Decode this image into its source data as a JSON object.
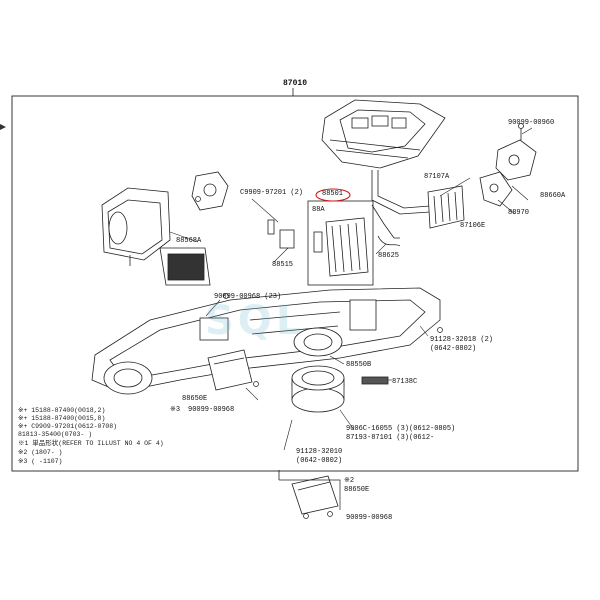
{
  "labels": {
    "assembly": "87010",
    "bolt_top_right": "90099-00960",
    "actuator_right": "88660A",
    "bracket_right": "88970",
    "heater_core": "87107A",
    "hose_heater": "87106E",
    "clip_left": "C9909-97201 (2)",
    "evaporator": "88501",
    "thermistor": "88A",
    "sensor_small": "88515",
    "pipe": "88625",
    "filter": "88568A",
    "screw_bracket": "90099-00968 (23)",
    "screw_right": "91128-32018 (2)",
    "screw_right_sub": "(0642-0802)",
    "blower": "88550B",
    "resistor": "87138C",
    "amplifier": "88650E",
    "amp_screw": "90099-00968",
    "amp_screw_note": "※3",
    "case_note": "9006C-16055 (3)(0612-0805)",
    "case_note2": "87193-87101 (3)(0612-",
    "blower_screw": "91128-32010",
    "blower_screw_sub": "(0642-0802)",
    "lower_amp_note": "※2",
    "lower_amp": "88650E",
    "lower_screw": "90099-00968"
  },
  "notes": [
    "※+ 15188-87400(0018,2)",
    "※+ 15188-87400(0015,8)",
    "※+ C9909-97201(0612-0708)",
    "   81813-35400(0703-   )",
    "※1 単品形状(REFER TO ILLUST NO 4 OF 4)",
    "※2 (1807-      )",
    "※3 (      -1107)"
  ],
  "watermark": "SQL",
  "colors": {
    "ink": "#1a1a1a",
    "highlight": "#d01818",
    "watermark": "#8ec8d8"
  }
}
